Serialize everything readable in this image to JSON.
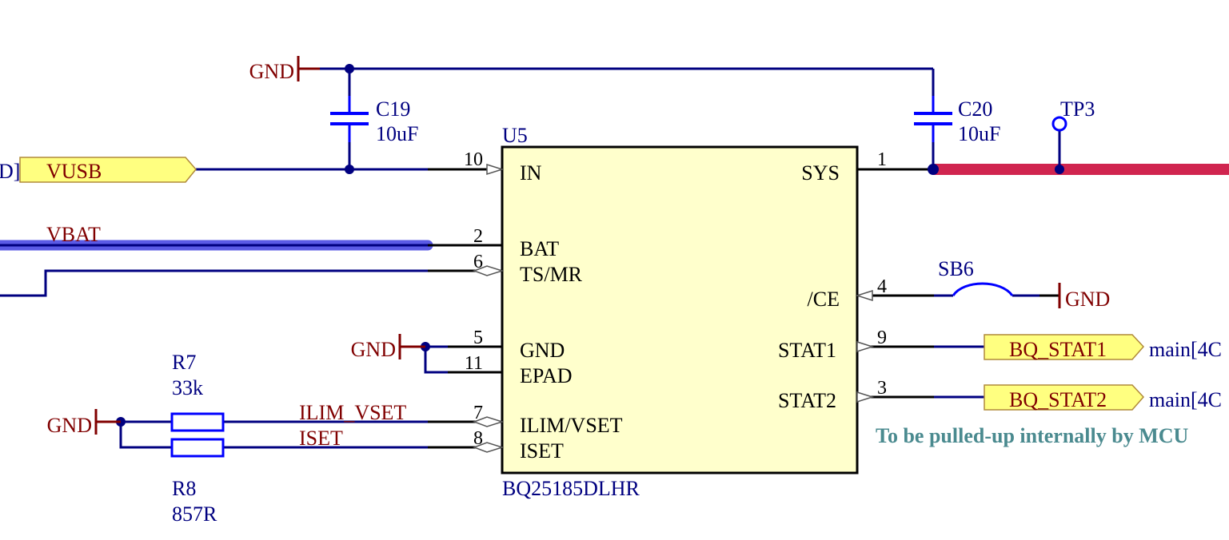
{
  "colors": {
    "wire": "#000080",
    "pin": "#000000",
    "chip_fill": "#ffffcc",
    "port_fill": "#ffff80",
    "power_symbol": "#800000",
    "cap": "#0000ff",
    "vbat_highlight": "#5a5ae6",
    "sys_highlight": "#d0254f",
    "note_text": "#4a8a8f"
  },
  "chip": {
    "designator": "U5",
    "part": "BQ25185DLHR",
    "pins": [
      {
        "number": "10",
        "name": "IN"
      },
      {
        "number": "2",
        "name": "BAT"
      },
      {
        "number": "6",
        "name": "TS/MR"
      },
      {
        "number": "5",
        "name": "GND"
      },
      {
        "number": "11",
        "name": "EPAD"
      },
      {
        "number": "7",
        "name": "ILIM/VSET"
      },
      {
        "number": "8",
        "name": "ISET"
      },
      {
        "number": "1",
        "name": "SYS"
      },
      {
        "number": "4",
        "name": "/CE"
      },
      {
        "number": "9",
        "name": "STAT1"
      },
      {
        "number": "3",
        "name": "STAT2"
      }
    ]
  },
  "components": {
    "c19": {
      "designator": "C19",
      "value": "10uF"
    },
    "c20": {
      "designator": "C20",
      "value": "10uF"
    },
    "r7": {
      "designator": "R7",
      "value": "33k"
    },
    "r8": {
      "designator": "R8",
      "value": "857R"
    },
    "sb6": {
      "designator": "SB6"
    },
    "tp3": {
      "designator": "TP3"
    }
  },
  "power_ports": {
    "gnd_top": "GND",
    "gnd_chip": "GND",
    "gnd_resistors": "GND",
    "gnd_sb6": "GND"
  },
  "ports": {
    "vusb": {
      "label": "VUSB",
      "left_fragment": "D]"
    },
    "bq_stat1": {
      "label": "BQ_STAT1",
      "sheet_ref": "main[4C"
    },
    "bq_stat2": {
      "label": "BQ_STAT2",
      "sheet_ref": "main[4C"
    }
  },
  "net_labels": {
    "vbat": "VBAT",
    "ilim_vset": "ILIM_VSET",
    "iset": "ISET"
  },
  "note": "To be pulled-up internally by MCU"
}
